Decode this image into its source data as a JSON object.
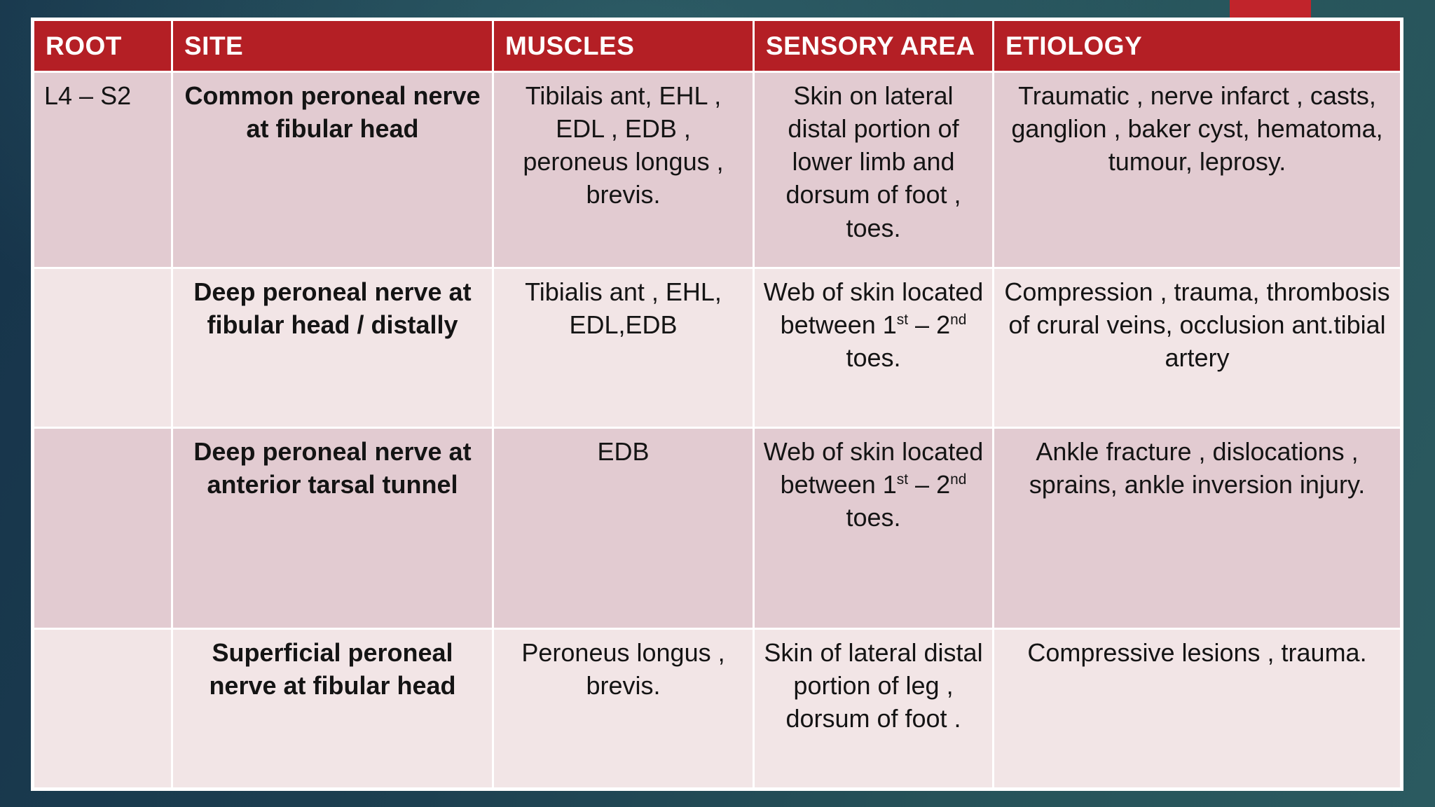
{
  "slide": {
    "background_edge_color": "#16334a",
    "background_center_color": "#2b5a60",
    "accent_bar_color": "#c1242b"
  },
  "table": {
    "header_bg": "#b41f25",
    "row_bg_odd": "#e2cbd1",
    "row_bg_even": "#f2e5e6",
    "border_color": "#ffffff",
    "columns": [
      "ROOT",
      "SITE",
      "MUSCLES",
      "SENSORY AREA",
      "ETIOLOGY"
    ],
    "rows": [
      {
        "root": "L4 – S2",
        "site": "Common peroneal nerve at fibular head",
        "muscles": "Tibilais ant, EHL , EDL , EDB , peroneus longus , brevis.",
        "sensory": [
          {
            "t": "Skin on lateral distal portion of lower limb and dorsum of foot , toes."
          }
        ],
        "etiology": "Traumatic , nerve infarct , casts, ganglion , baker cyst, hematoma, tumour, leprosy."
      },
      {
        "root": "",
        "site": "Deep peroneal nerve at fibular head / distally",
        "muscles": "Tibialis ant , EHL, EDL,EDB",
        "sensory": [
          {
            "t": "Web of skin located between 1"
          },
          {
            "t": "st",
            "sup": true
          },
          {
            "t": " – 2"
          },
          {
            "t": "nd",
            "sup": true
          },
          {
            "t": " toes."
          }
        ],
        "etiology": "Compression , trauma, thrombosis of crural veins, occlusion ant.tibial artery"
      },
      {
        "root": "",
        "site": "Deep peroneal nerve at anterior tarsal tunnel",
        "muscles": "EDB",
        "sensory": [
          {
            "t": "Web of skin located between 1"
          },
          {
            "t": "st",
            "sup": true
          },
          {
            "t": " – 2"
          },
          {
            "t": "nd",
            "sup": true
          },
          {
            "t": " toes."
          }
        ],
        "etiology": "Ankle fracture , dislocations , sprains, ankle inversion injury."
      },
      {
        "root": "",
        "site": "Superficial peroneal nerve at fibular head",
        "muscles": "Peroneus longus , brevis.",
        "sensory": [
          {
            "t": "Skin of lateral distal portion of leg , dorsum of foot ."
          }
        ],
        "etiology": "Compressive lesions , trauma."
      }
    ]
  }
}
